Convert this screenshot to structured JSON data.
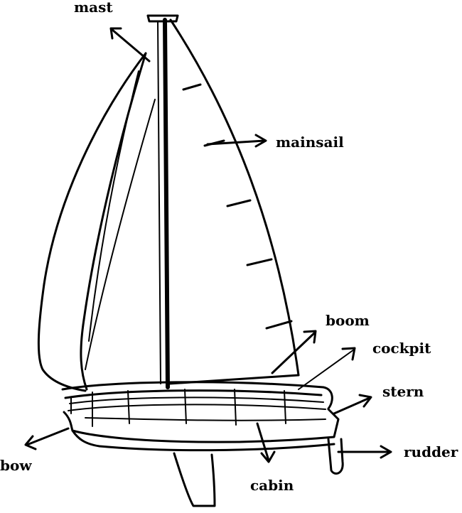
{
  "diagram": {
    "labels": {
      "mast": "mast",
      "mainsail": "mainsail",
      "boom": "boom",
      "cockpit": "cockpit",
      "stern": "stern",
      "rudder": "rudder",
      "bow": "bow",
      "cabin": "cabin"
    }
  }
}
